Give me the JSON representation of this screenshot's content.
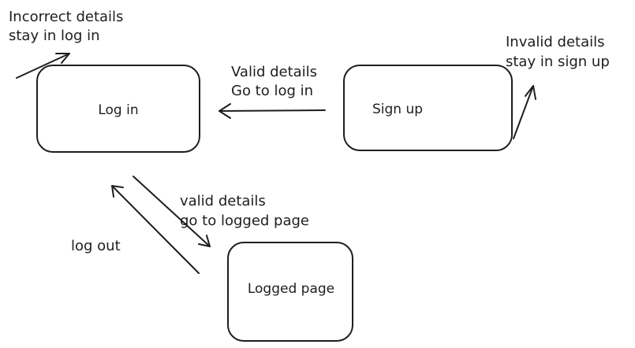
{
  "nodes": {
    "login": {
      "label": "Log in"
    },
    "signup": {
      "label": "Sign up"
    },
    "logged": {
      "label": "Logged page"
    }
  },
  "edges": {
    "login_self": {
      "line1": "Incorrect details",
      "line2": "stay in log in"
    },
    "signup_self": {
      "line1": "Invalid details",
      "line2": "stay in sign up"
    },
    "signup_to_login": {
      "line1": "Valid details",
      "line2": "Go to log in"
    },
    "login_to_logged": {
      "line1": "valid details",
      "line2": "go to logged page"
    },
    "logged_to_login": {
      "line1": "log out"
    }
  },
  "colors": {
    "stroke": "#1e1e1e",
    "background": "#ffffff"
  }
}
